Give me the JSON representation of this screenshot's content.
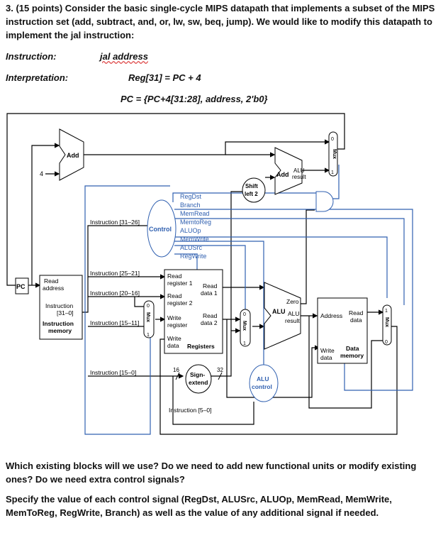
{
  "question": {
    "intro": "3. (15 points) Consider the basic single-cycle MIPS datapath that implements a subset of the MIPS instruction set (add, subtract, and, or, lw, sw, beq, jump). We would like to modify this datapath to implement the jal instruction:",
    "instruction_label": "Instruction:",
    "instruction_value": "jal address",
    "interpretation_label": "Interpretation:",
    "interp_line1": "Reg[31] = PC + 4",
    "interp_line2": "PC = {PC+4[31:28], address, 2'b0}",
    "q1": "Which existing blocks will we use? Do we need to add new functional units or modify existing ones? Do we need extra control signals?",
    "q2": "Specify the value of each control signal (RegDst, ALUSrc, ALUOp, MemRead, MemWrite, MemToReg, RegWrite, Branch) as well as the value of any additional signal if needed."
  },
  "diagram": {
    "pc": "PC",
    "four": "4",
    "add": "Add",
    "add_alu": "Add",
    "alu_result_top": "ALU",
    "alu_result_bottom": "result",
    "shift_left_1": "Shift",
    "shift_left_2": "left 2",
    "control": "Control",
    "control_signals": [
      "RegDst",
      "Branch",
      "MemRead",
      "MemtoReg",
      "ALUOp",
      "MemWrite",
      "ALUSrc",
      "RegWrite"
    ],
    "instr_31_26": "Instruction [31–26]",
    "instr_25_21": "Instruction [25–21]",
    "instr_20_16": "Instruction [20–16]",
    "instr_15_11": "Instruction [15–11]",
    "instr_15_0": "Instruction [15–0]",
    "instr_5_0": "Instruction [5–0]",
    "imem_read_address": [
      "Read",
      "address"
    ],
    "imem_instruction": [
      "Instruction",
      "[31–0]"
    ],
    "imem_title": [
      "Instruction",
      "memory"
    ],
    "regs_read_reg1": [
      "Read",
      "register 1"
    ],
    "regs_read_reg2": [
      "Read",
      "register 2"
    ],
    "regs_write_reg": [
      "Write",
      "register"
    ],
    "regs_write_data": [
      "Write",
      "data"
    ],
    "regs_read_data1": [
      "Read",
      "data 1"
    ],
    "regs_read_data2": [
      "Read",
      "data 2"
    ],
    "regs_title": "Registers",
    "sign_extend": [
      "Sign-",
      "extend"
    ],
    "bits_16": "16",
    "bits_32": "32",
    "alu_label": "ALU",
    "alu_zero": "Zero",
    "alu_res": [
      "ALU",
      "result"
    ],
    "alu_control": [
      "ALU",
      "control"
    ],
    "dmem_address": "Address",
    "dmem_read_data": [
      "Read",
      "data"
    ],
    "dmem_write_data": [
      "Write",
      "data"
    ],
    "dmem_title": [
      "Data",
      "memory"
    ],
    "mux": "Mux",
    "mux0": "0",
    "mux1": "1"
  }
}
